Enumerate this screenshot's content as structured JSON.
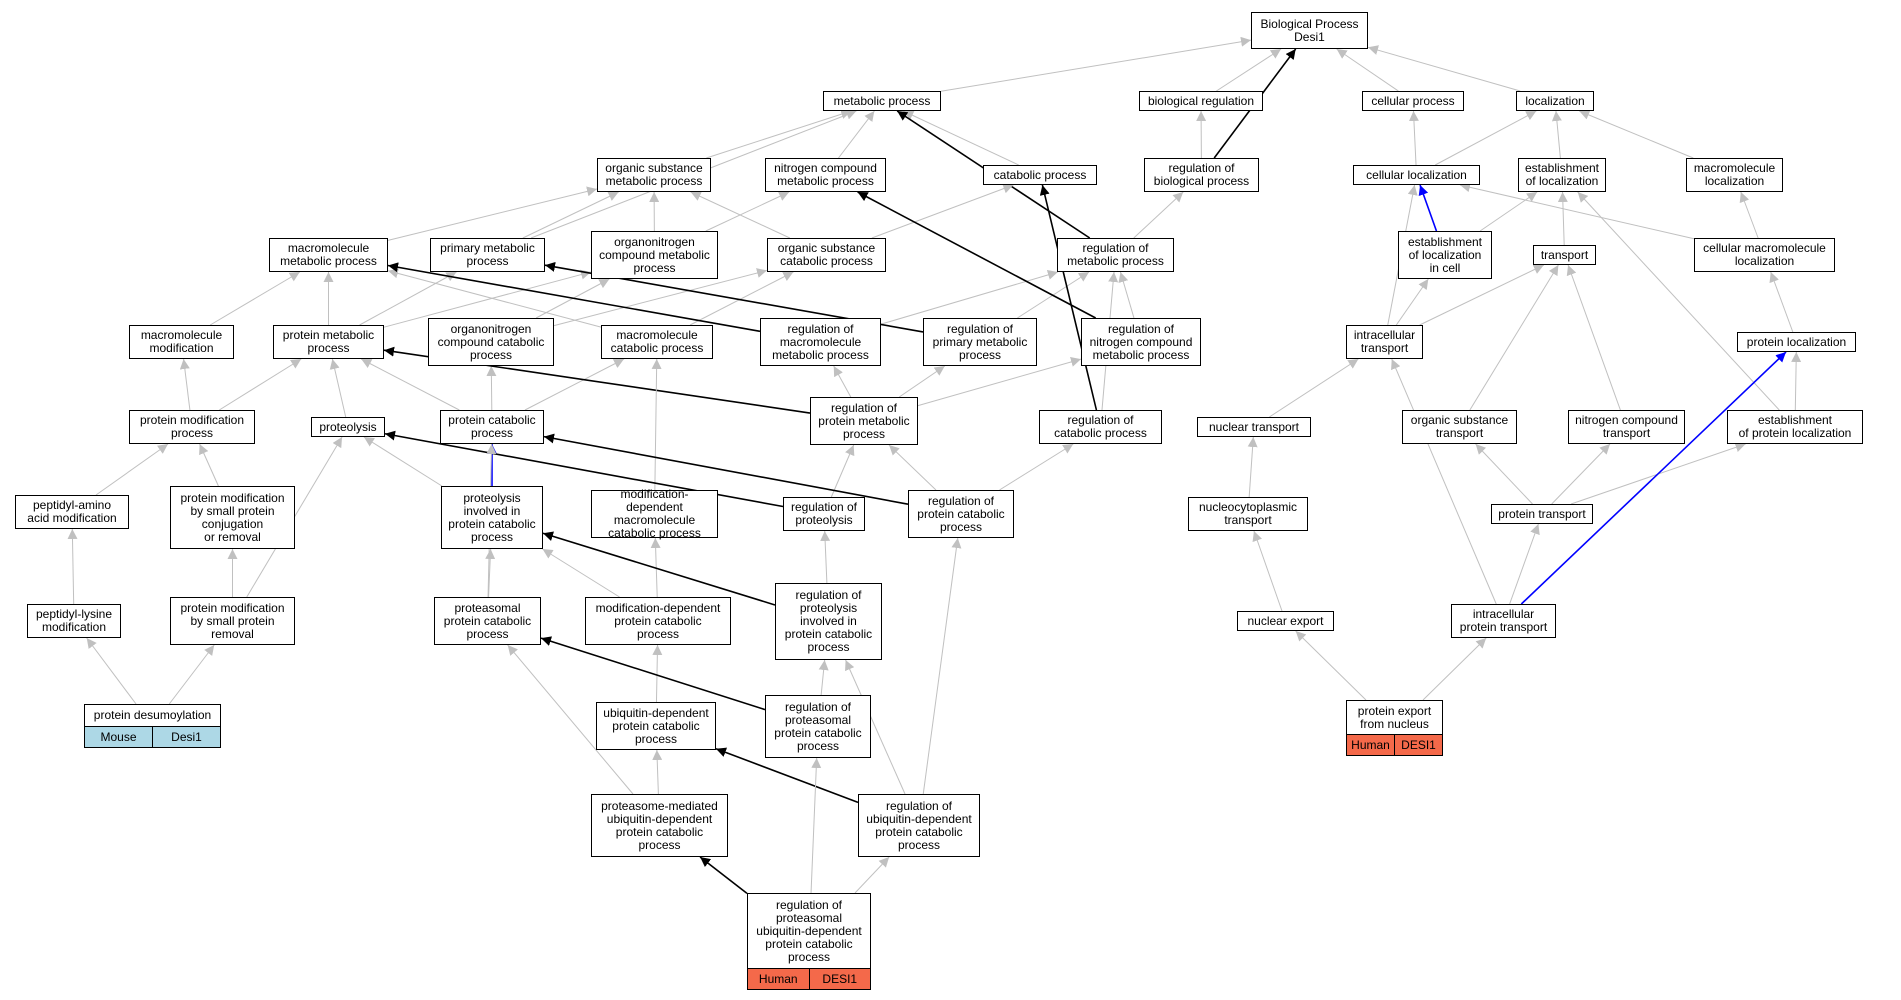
{
  "colors": {
    "gray_edge": "#c0c0c0",
    "black_edge": "#000000",
    "blue_edge": "#0000ff",
    "mouse_fill": "#add8e6",
    "human_fill": "#f4694a"
  },
  "nodes": [
    {
      "id": "root",
      "label": "Biological Process\nDesi1"
    },
    {
      "id": "metabolic",
      "label": "metabolic process"
    },
    {
      "id": "bioreg",
      "label": "biological regulation"
    },
    {
      "id": "cellproc",
      "label": "cellular process"
    },
    {
      "id": "localization",
      "label": "localization"
    },
    {
      "id": "orgsubmet",
      "label": "organic substance\nmetabolic process"
    },
    {
      "id": "nitrogenmet",
      "label": "nitrogen compound\nmetabolic process"
    },
    {
      "id": "catabolic",
      "label": "catabolic process"
    },
    {
      "id": "regbio",
      "label": "regulation of\nbiological process"
    },
    {
      "id": "cellloc",
      "label": "cellular localization"
    },
    {
      "id": "estloc",
      "label": "establishment\nof localization"
    },
    {
      "id": "macroloc",
      "label": "macromolecule\nlocalization"
    },
    {
      "id": "macromet",
      "label": "macromolecule\nmetabolic process"
    },
    {
      "id": "primmet",
      "label": "primary metabolic\nprocess"
    },
    {
      "id": "organonmet",
      "label": "organonitrogen\ncompound metabolic\nprocess"
    },
    {
      "id": "orgsubcat",
      "label": "organic substance\ncatabolic process"
    },
    {
      "id": "regmet",
      "label": "regulation of\nmetabolic process"
    },
    {
      "id": "estloccell",
      "label": "establishment\nof localization\nin cell"
    },
    {
      "id": "transport",
      "label": "transport"
    },
    {
      "id": "cellmacroloc",
      "label": "cellular macromolecule\nlocalization"
    },
    {
      "id": "macromod",
      "label": "macromolecule\nmodification"
    },
    {
      "id": "protmet",
      "label": "protein metabolic\nprocess"
    },
    {
      "id": "organoncat",
      "label": "organonitrogen\ncompound catabolic\nprocess"
    },
    {
      "id": "macrocat",
      "label": "macromolecule\ncatabolic process"
    },
    {
      "id": "regmacromet",
      "label": "regulation of\nmacromolecule\nmetabolic process"
    },
    {
      "id": "regprimmet",
      "label": "regulation of\nprimary metabolic\nprocess"
    },
    {
      "id": "regnitromet",
      "label": "regulation of\nnitrogen compound\nmetabolic process"
    },
    {
      "id": "intratrans",
      "label": "intracellular\ntransport"
    },
    {
      "id": "protloc",
      "label": "protein localization"
    },
    {
      "id": "protmodproc",
      "label": "protein modification\nprocess"
    },
    {
      "id": "proteolysis",
      "label": "proteolysis"
    },
    {
      "id": "protcat",
      "label": "protein catabolic\nprocess"
    },
    {
      "id": "regprotmet",
      "label": "regulation of\nprotein metabolic\nprocess"
    },
    {
      "id": "regcat",
      "label": "regulation of\ncatabolic process"
    },
    {
      "id": "nucltrans",
      "label": "nuclear transport"
    },
    {
      "id": "orgsubtrans",
      "label": "organic substance\ntransport"
    },
    {
      "id": "nitrotrans",
      "label": "nitrogen compound\ntransport"
    },
    {
      "id": "estprotloc",
      "label": "establishment\nof protein localization"
    },
    {
      "id": "peptaminomod",
      "label": "peptidyl-amino\nacid modification"
    },
    {
      "id": "protmodsmallconj",
      "label": "protein modification\nby small protein\nconjugation\nor removal"
    },
    {
      "id": "proteolysisinv",
      "label": "proteolysis\ninvolved in\nprotein catabolic\nprocess"
    },
    {
      "id": "moddepmacrocat",
      "label": "modification-dependent\nmacromolecule\ncatabolic process"
    },
    {
      "id": "regproteolysis",
      "label": "regulation of\nproteolysis"
    },
    {
      "id": "regprotcat",
      "label": "regulation of\nprotein catabolic\nprocess"
    },
    {
      "id": "nucleocyto",
      "label": "nucleocytoplasmic\ntransport"
    },
    {
      "id": "prottrans",
      "label": "protein transport"
    },
    {
      "id": "peptlysmod",
      "label": "peptidyl-lysine\nmodification"
    },
    {
      "id": "protmodsmallrem",
      "label": "protein modification\nby small protein\nremoval"
    },
    {
      "id": "proteasomalcat",
      "label": "proteasomal\nprotein catabolic\nprocess"
    },
    {
      "id": "moddepprotcat",
      "label": "modification-dependent\nprotein catabolic\nprocess"
    },
    {
      "id": "regproteolysisinv",
      "label": "regulation of\nproteolysis\ninvolved in\nprotein catabolic\nprocess"
    },
    {
      "id": "nuclexport",
      "label": "nuclear export"
    },
    {
      "id": "intraprottrans",
      "label": "intracellular\nprotein transport"
    },
    {
      "id": "ubiqdepcat",
      "label": "ubiquitin-dependent\nprotein catabolic\nprocess"
    },
    {
      "id": "regproteasomalcat",
      "label": "regulation of\nproteasomal\nprotein catabolic\nprocess"
    },
    {
      "id": "proteasomeubiq",
      "label": "proteasome-mediated\nubiquitin-dependent\nprotein catabolic\nprocess"
    },
    {
      "id": "regubiqdepcat",
      "label": "regulation of\nubiquitin-dependent\nprotein catabolic\nprocess"
    }
  ],
  "leaves": [
    {
      "id": "protdesumo",
      "label": "protein desumoylation",
      "species": "Mouse",
      "gene": "Desi1",
      "fill": "#add8e6"
    },
    {
      "id": "protexport",
      "label": "protein export\nfrom nucleus",
      "species": "Human",
      "gene": "DESI1",
      "fill": "#f4694a"
    },
    {
      "id": "regproteasomalubiq",
      "label": "regulation of\nproteasomal\nubiquitin-dependent\nprotein catabolic\nprocess",
      "species": "Human",
      "gene": "DESI1",
      "fill": "#f4694a"
    }
  ],
  "edges": [
    [
      "metabolic",
      "root",
      "g"
    ],
    [
      "bioreg",
      "root",
      "g"
    ],
    [
      "cellproc",
      "root",
      "g"
    ],
    [
      "localization",
      "root",
      "g"
    ],
    [
      "regbio",
      "root",
      "k"
    ],
    [
      "regbio",
      "bioreg",
      "g"
    ],
    [
      "orgsubmet",
      "metabolic",
      "g"
    ],
    [
      "nitrogenmet",
      "metabolic",
      "g"
    ],
    [
      "catabolic",
      "metabolic",
      "g"
    ],
    [
      "primmet",
      "metabolic",
      "g"
    ],
    [
      "regmet",
      "metabolic",
      "k"
    ],
    [
      "regmet",
      "regbio",
      "g"
    ],
    [
      "cellloc",
      "cellproc",
      "g"
    ],
    [
      "cellloc",
      "localization",
      "g"
    ],
    [
      "estloc",
      "localization",
      "g"
    ],
    [
      "macroloc",
      "localization",
      "g"
    ],
    [
      "cellmacroloc",
      "macroloc",
      "g"
    ],
    [
      "cellmacroloc",
      "cellloc",
      "g"
    ],
    [
      "estloccell",
      "cellloc",
      "b"
    ],
    [
      "estloccell",
      "estloc",
      "g"
    ],
    [
      "transport",
      "estloc",
      "g"
    ],
    [
      "macromet",
      "orgsubmet",
      "g"
    ],
    [
      "primmet",
      "orgsubmet",
      "g"
    ],
    [
      "organonmet",
      "orgsubmet",
      "g"
    ],
    [
      "organonmet",
      "nitrogenmet",
      "g"
    ],
    [
      "orgsubcat",
      "orgsubmet",
      "g"
    ],
    [
      "orgsubcat",
      "catabolic",
      "g"
    ],
    [
      "macromod",
      "macromet",
      "g"
    ],
    [
      "protmet",
      "macromet",
      "g"
    ],
    [
      "protmet",
      "primmet",
      "g"
    ],
    [
      "protmet",
      "organonmet",
      "g"
    ],
    [
      "macrocat",
      "macromet",
      "g"
    ],
    [
      "macrocat",
      "orgsubcat",
      "g"
    ],
    [
      "organoncat",
      "organonmet",
      "g"
    ],
    [
      "organoncat",
      "orgsubcat",
      "g"
    ],
    [
      "regmacromet",
      "regmet",
      "g"
    ],
    [
      "regmacromet",
      "macromet",
      "k"
    ],
    [
      "regprimmet",
      "regmet",
      "g"
    ],
    [
      "regprimmet",
      "primmet",
      "k"
    ],
    [
      "regnitromet",
      "regmet",
      "g"
    ],
    [
      "regnitromet",
      "nitrogenmet",
      "k"
    ],
    [
      "regcat",
      "regmet",
      "g"
    ],
    [
      "regcat",
      "catabolic",
      "k"
    ],
    [
      "intratrans",
      "estloccell",
      "g"
    ],
    [
      "intratrans",
      "transport",
      "g"
    ],
    [
      "intratrans",
      "cellloc",
      "g"
    ],
    [
      "protloc",
      "cellmacroloc",
      "g"
    ],
    [
      "protmodproc",
      "macromod",
      "g"
    ],
    [
      "protmodproc",
      "protmet",
      "g"
    ],
    [
      "proteolysis",
      "protmet",
      "g"
    ],
    [
      "protcat",
      "protmet",
      "g"
    ],
    [
      "protcat",
      "macrocat",
      "g"
    ],
    [
      "protcat",
      "organoncat",
      "g"
    ],
    [
      "regprotmet",
      "regmacromet",
      "g"
    ],
    [
      "regprotmet",
      "regprimmet",
      "g"
    ],
    [
      "regprotmet",
      "regnitromet",
      "g"
    ],
    [
      "regprotmet",
      "protmet",
      "k"
    ],
    [
      "nucltrans",
      "intratrans",
      "g"
    ],
    [
      "orgsubtrans",
      "transport",
      "g"
    ],
    [
      "nitrotrans",
      "transport",
      "g"
    ],
    [
      "estprotloc",
      "protloc",
      "g"
    ],
    [
      "estprotloc",
      "estloc",
      "g"
    ],
    [
      "peptaminomod",
      "protmodproc",
      "g"
    ],
    [
      "protmodsmallconj",
      "protmodproc",
      "g"
    ],
    [
      "proteolysisinv",
      "protcat",
      "b"
    ],
    [
      "proteolysisinv",
      "proteolysis",
      "g"
    ],
    [
      "moddepmacrocat",
      "macrocat",
      "g"
    ],
    [
      "regproteolysis",
      "regprotmet",
      "g"
    ],
    [
      "regproteolysis",
      "proteolysis",
      "k"
    ],
    [
      "regprotcat",
      "regprotmet",
      "g"
    ],
    [
      "regprotcat",
      "regcat",
      "g"
    ],
    [
      "regprotcat",
      "protcat",
      "k"
    ],
    [
      "nucleocyto",
      "nucltrans",
      "g"
    ],
    [
      "prottrans",
      "orgsubtrans",
      "g"
    ],
    [
      "prottrans",
      "nitrotrans",
      "g"
    ],
    [
      "prottrans",
      "estprotloc",
      "g"
    ],
    [
      "peptlysmod",
      "peptaminomod",
      "g"
    ],
    [
      "protmodsmallrem",
      "protmodsmallconj",
      "g"
    ],
    [
      "protmodsmallrem",
      "proteolysis",
      "g"
    ],
    [
      "proteasomalcat",
      "proteolysisinv",
      "g"
    ],
    [
      "proteasomalcat",
      "protcat",
      "g"
    ],
    [
      "moddepprotcat",
      "moddepmacrocat",
      "g"
    ],
    [
      "moddepprotcat",
      "proteolysisinv",
      "g"
    ],
    [
      "regproteolysisinv",
      "regproteolysis",
      "g"
    ],
    [
      "regproteolysisinv",
      "proteolysisinv",
      "k"
    ],
    [
      "nuclexport",
      "nucleocyto",
      "g"
    ],
    [
      "intraprottrans",
      "prottrans",
      "g"
    ],
    [
      "intraprottrans",
      "intratrans",
      "g"
    ],
    [
      "intraprottrans",
      "protloc",
      "b"
    ],
    [
      "ubiqdepcat",
      "moddepprotcat",
      "g"
    ],
    [
      "regproteasomalcat",
      "regproteolysisinv",
      "g"
    ],
    [
      "regproteasomalcat",
      "proteasomalcat",
      "k"
    ],
    [
      "proteasomeubiq",
      "ubiqdepcat",
      "g"
    ],
    [
      "proteasomeubiq",
      "proteasomalcat",
      "g"
    ],
    [
      "regubiqdepcat",
      "ubiqdepcat",
      "k"
    ],
    [
      "regubiqdepcat",
      "regprotcat",
      "g"
    ],
    [
      "regubiqdepcat",
      "regproteolysisinv",
      "g"
    ],
    [
      "protdesumo",
      "peptlysmod",
      "g"
    ],
    [
      "protdesumo",
      "protmodsmallrem",
      "g"
    ],
    [
      "protexport",
      "nuclexport",
      "g"
    ],
    [
      "protexport",
      "intraprottrans",
      "g"
    ],
    [
      "regproteasomalubiq",
      "proteasomeubiq",
      "k"
    ],
    [
      "regproteasomalubiq",
      "regubiqdepcat",
      "g"
    ],
    [
      "regproteasomalubiq",
      "regproteasomalcat",
      "g"
    ]
  ]
}
